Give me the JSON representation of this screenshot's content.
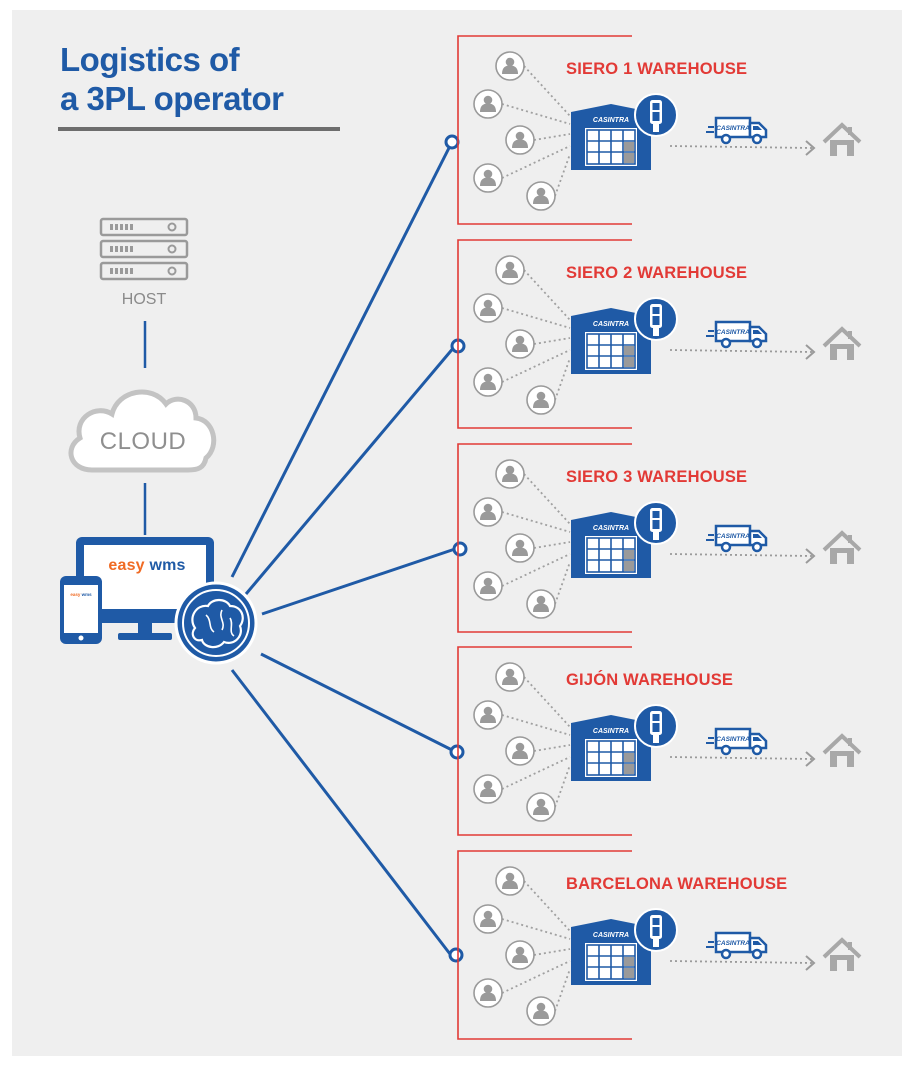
{
  "title": {
    "line1": "Logistics of",
    "line2": "a 3PL operator"
  },
  "host": {
    "label": "HOST"
  },
  "cloud": {
    "label": "CLOUD"
  },
  "app": {
    "logo_easy": "easy",
    "logo_wms": "wms",
    "phone_easy": "easy",
    "phone_wms": "wms"
  },
  "warehouses": [
    {
      "name": "SIERO 1 WAREHOUSE",
      "brand": "CASINTRA",
      "truck_brand": "CASINTRA"
    },
    {
      "name": "SIERO 2  WAREHOUSE",
      "brand": "CASINTRA",
      "truck_brand": "CASINTRA"
    },
    {
      "name": "SIERO 3  WAREHOUSE",
      "brand": "CASINTRA",
      "truck_brand": "CASINTRA"
    },
    {
      "name": "GIJÓN WAREHOUSE",
      "brand": "CASINTRA",
      "truck_brand": "CASINTRA"
    },
    {
      "name": "BARCELONA WAREHOUSE",
      "brand": "CASINTRA",
      "truck_brand": "CASINTRA"
    }
  ],
  "colors": {
    "primary_blue": "#1f5aa6",
    "accent_red": "#e23a36",
    "neutral_gray": "#9a9a9a",
    "background": "#efefef"
  },
  "icons": [
    "server-icon",
    "cloud-icon",
    "monitor-icon",
    "smartphone-icon",
    "brain-icon",
    "person-icon",
    "warehouse-icon",
    "handheld-scanner-icon",
    "delivery-truck-icon",
    "house-icon"
  ]
}
